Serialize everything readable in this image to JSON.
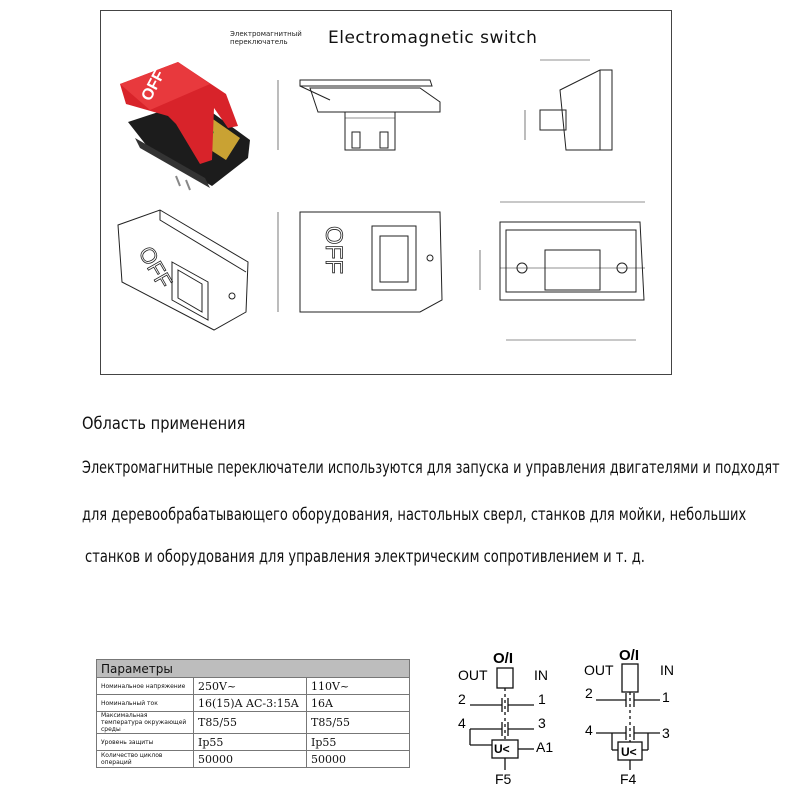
{
  "drawing": {
    "label_small_line1": "Электромагнитный",
    "label_small_line2": "переключатель",
    "title": "Electromagnetic switch",
    "button_text": "OFF"
  },
  "description": {
    "heading": "Область применения",
    "line1": "Электромагнитные переключатели используются для запуска и управления двигателями и подходят",
    "line2": "для деревообрабатывающего оборудования, настольных сверл, станков для мойки, небольших",
    "line3": "станков и оборудования для управления электрическим сопротивлением и т. д."
  },
  "params": {
    "title": "Параметры",
    "rows": [
      {
        "label": "Номинальное напряжение",
        "v1": "250V~",
        "v2": "110V~"
      },
      {
        "label": "Номинальный ток",
        "v1": "16(15)A  AC-3:15A",
        "v2": "16A"
      },
      {
        "label": "Максимальная температура окружающей среды",
        "v1": "T85/55",
        "v2": "T85/55"
      },
      {
        "label": "Уровень защиты",
        "v1": "Ip55",
        "v2": "Ip55"
      },
      {
        "label": "Количество циклов операций",
        "v1": "50000",
        "v2": "50000"
      }
    ]
  },
  "diagrams": {
    "f5": {
      "top": "O/I",
      "out": "OUT",
      "in": "IN",
      "n2": "2",
      "n1": "1",
      "n4": "4",
      "n3": "3",
      "coil": "U<",
      "a1": "A1",
      "caption": "F5"
    },
    "f4": {
      "top": "O/I",
      "out": "OUT",
      "in": "IN",
      "n2": "2",
      "n1": "1",
      "n4": "4",
      "n3": "3",
      "coil": "U<",
      "caption": "F4"
    }
  },
  "colors": {
    "button_red": "#d8232a",
    "table_header": "#bdbdbd"
  }
}
